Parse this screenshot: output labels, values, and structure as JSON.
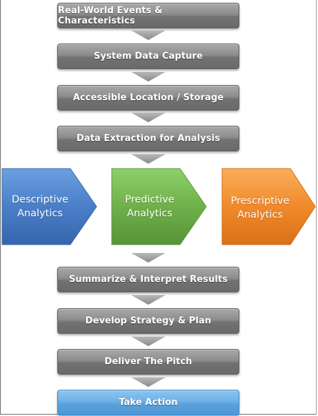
{
  "steps_top": [
    "Real-World Events & Characteristics",
    "System Data Capture",
    "Accessible Location / Storage",
    "Data Extraction for Analysis"
  ],
  "analytics": [
    {
      "line1": "Descriptive",
      "line2": "Analytics",
      "color": "#4a7fc8"
    },
    {
      "line1": "Predictive",
      "line2": "Analytics",
      "color": "#6fb04a"
    },
    {
      "line1": "Prescriptive",
      "line2": "Analytics",
      "color": "#f08a2a"
    }
  ],
  "steps_bottom": [
    "Summarize & Interpret Results",
    "Develop Strategy & Plan",
    "Deliver The Pitch",
    "Take Action"
  ],
  "colors": {
    "step_gray": "#7c7c7c",
    "action_blue": "#5aa2dc",
    "arrow_gray": "#9a9a9a"
  }
}
